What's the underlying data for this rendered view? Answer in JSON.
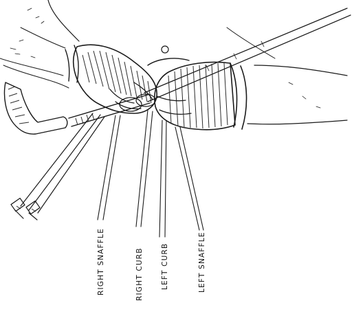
{
  "labels": {
    "right_snaffle": "RIGHT SNAFFLE",
    "right_curb": "RIGHT CURB",
    "left_curb": "LEFT CURB",
    "left_snaffle": "LEFT SNAFFLE"
  }
}
